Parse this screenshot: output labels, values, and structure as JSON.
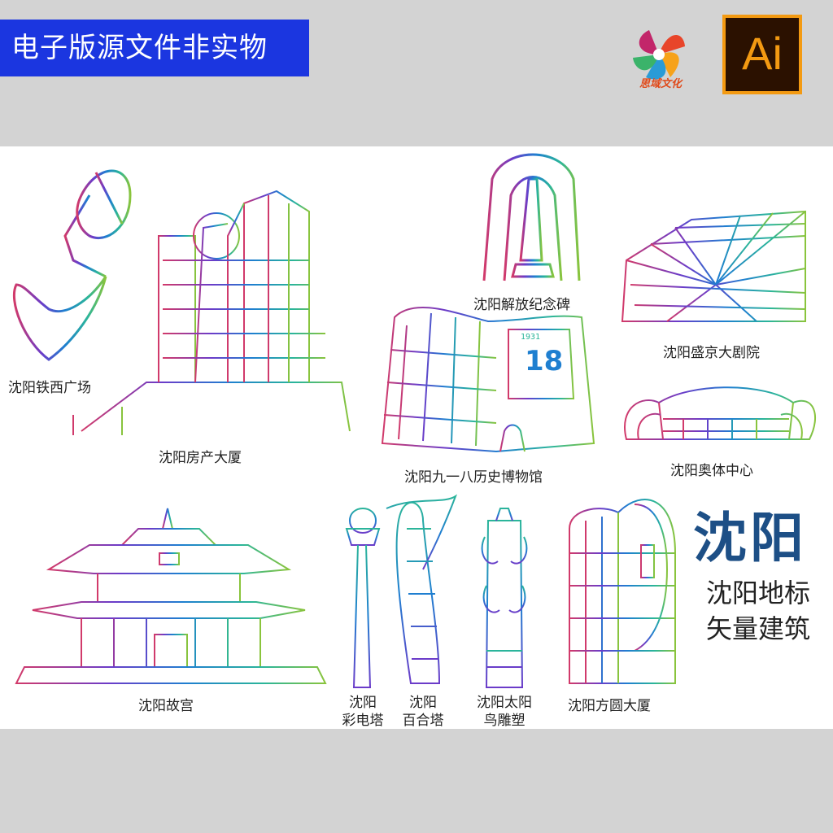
{
  "banner": {
    "text": "电子版源文件非实物"
  },
  "brand": {
    "name": "思域文化",
    "badge": "Ai"
  },
  "title": {
    "main": "沈阳",
    "line1": "沈阳地标",
    "line2": "矢量建筑"
  },
  "landmarks": {
    "tiexi": "沈阳铁西广场",
    "fangchan": "沈阳房产大厦",
    "jiefang": "沈阳解放纪念碑",
    "shengjing": "沈阳盛京大剧院",
    "jiuyiba": "沈阳九一八历史博物馆",
    "aoti": "沈阳奥体中心",
    "gugong": "沈阳故宫",
    "caidian_1": "沈阳",
    "caidian_2": "彩电塔",
    "baihe_1": "沈阳",
    "baihe_2": "百合塔",
    "taiyang_1": "沈阳太阳",
    "taiyang_2": "鸟雕塑",
    "fangyuan": "沈阳方圆大厦"
  },
  "museum_text": {
    "year": "1931",
    "day": "18"
  },
  "colors": {
    "banner": "#1b36e0",
    "ai_bg": "#2b1100",
    "ai_accent": "#f39a12",
    "title": "#1d4f86",
    "gradient": [
      "#d23a6a",
      "#6b3cc9",
      "#1f7fd0",
      "#2bb59a",
      "#8ac43c"
    ]
  }
}
